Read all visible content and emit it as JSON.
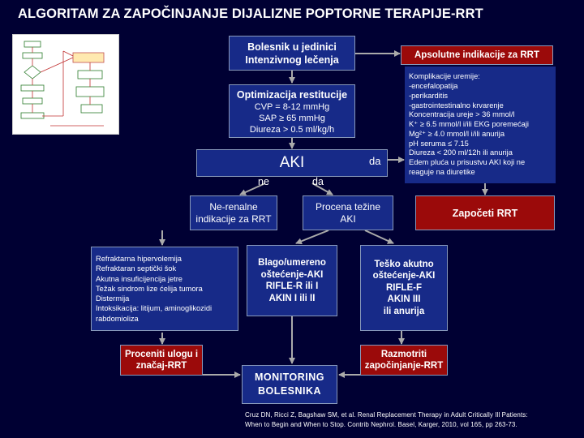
{
  "title": "ALGORITAM ZA ZAPOČINJANJE DIJALIZNE POPTORNE TERAPIJE-RRT",
  "nodes": {
    "patient": [
      "Bolesnik u jedinici",
      "Intenzivnog lečenja"
    ],
    "optimization": "Optimizacija restitucije",
    "targets": [
      "CVP = 8-12 mmHg",
      "SAP ≥ 65 mmHg",
      "Diureza > 0.5 ml/kg/h"
    ],
    "aki": "AKI",
    "no_label": "ne",
    "yes_label": "da",
    "yes_label_right": "da",
    "absolute_title": "Apsolutne indikacije za RRT",
    "absolute_list": [
      "Komplikacije uremije:",
      "-encefalopatija",
      "-perikarditis",
      "-gastrointestinalno krvarenje",
      "Koncentracija ureje > 36 mmol/l",
      "K⁺ ≥ 6.5 mmol/l i/ili EKG poremećaji",
      "Mg²⁺ ≥ 4.0 mmol/l i/ili anurija",
      "pH seruma ≤ 7.15",
      "Diureza < 200 ml/12h ili anurija",
      "Edem pluća u prisustvu AKI koji ne",
      "reaguje na diuretike"
    ],
    "non_renal": [
      "Ne-renalne",
      "indikacije za RRT"
    ],
    "severity": [
      "Procena težine",
      "AKI"
    ],
    "start_rrt": "Započeti RRT",
    "non_renal_list": [
      "Refraktarna hipervolemija",
      "Refraktaran septički šok",
      "Akutna insuficijencija jetre",
      "Težak sindrom lize ćelija tumora",
      "Distermija",
      "Intoksikacija: litijum, aminoglikozidi",
      "rabdomioliza"
    ],
    "mild": [
      "Blago/umereno",
      "oštećenje-AKI",
      "RIFLE-R ili I",
      "AKIN I ili II"
    ],
    "severe": [
      "Teško akutno",
      "oštećenje-AKI",
      "RIFLE-F",
      "AKIN III",
      "ili anurija"
    ],
    "assess_role": [
      "Proceniti ulogu i",
      "značaj-RRT"
    ],
    "consider_start": [
      "Razmotriti",
      "započinjanje-RRT"
    ],
    "monitoring": [
      "MONITORING",
      "BOLESNIKA"
    ]
  },
  "citation": [
    "Cruz DN, Ricci Z, Bagshaw SM, et al. Renal Replacement Therapy in Adult Critically Ill Patients:",
    "When to Begin and When to Stop. Contrib Nephrol. Basel, Karger, 2010, vol 165, pp 263-73."
  ],
  "colors": {
    "background": "#000033",
    "blue_box": "#172a88",
    "red_box": "#9b0a0a",
    "arrow": "#aaaaaa"
  }
}
